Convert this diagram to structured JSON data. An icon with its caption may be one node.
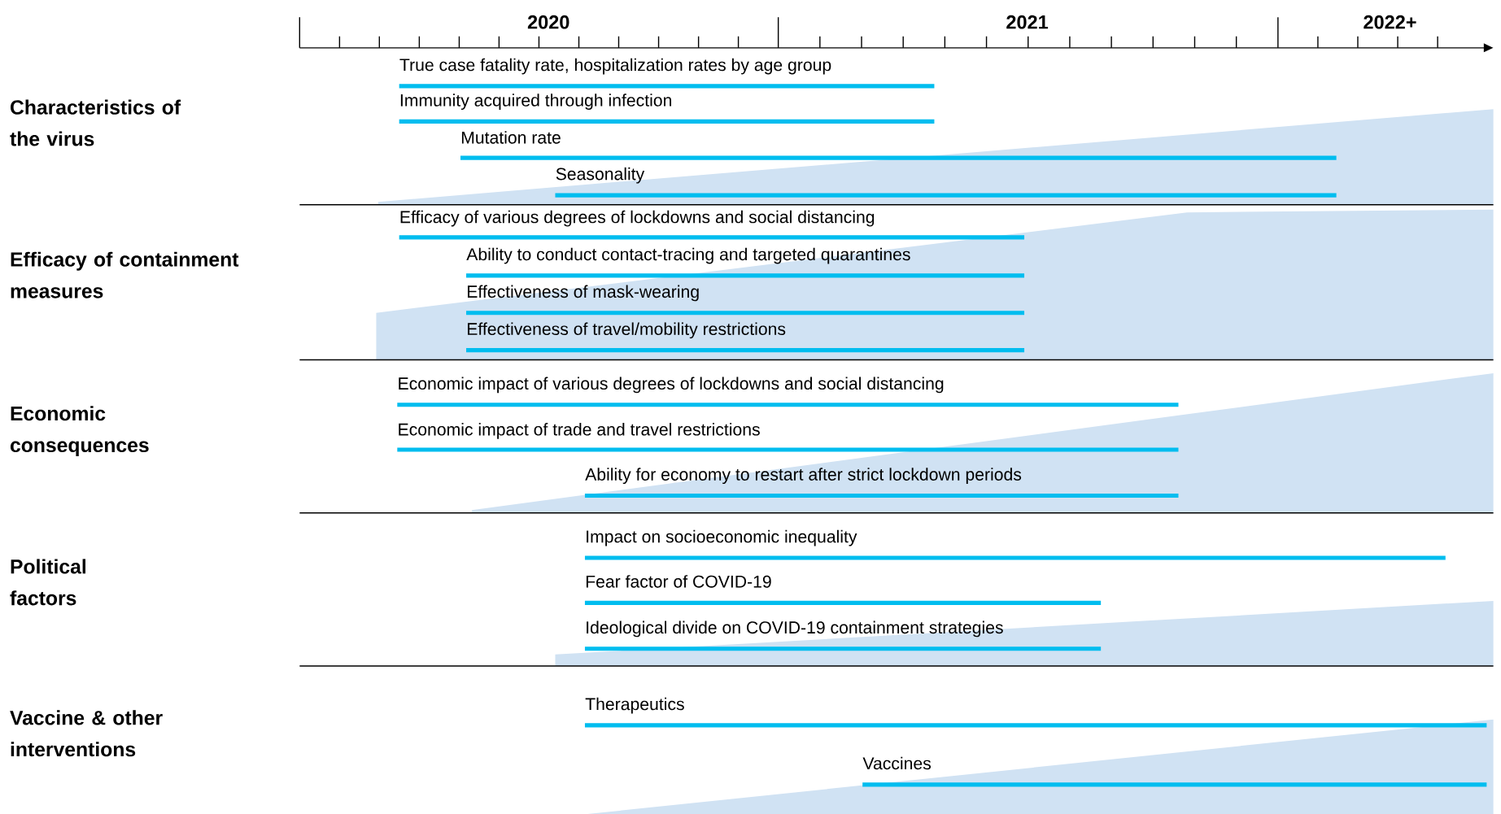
{
  "diagram": {
    "nodes": [
      {
        "text": [
          "True case fatality rate, hospitalization rates by age group"
        ]
      },
      {
        "text": [
          "Immunity acquired through infection"
        ]
      },
      {
        "text": [
          "Mutation rate"
        ]
      },
      {
        "text": [
          "Seasonality"
        ]
      },
      {
        "text": [
          "Efficacy of various degrees of lockdowns and social distancing"
        ]
      },
      {
        "text": [
          "Ability to conduct contact-tracing and targeted quarantines"
        ]
      },
      {
        "text": [
          "Effectiveness of mask-wearing"
        ]
      },
      {
        "text": [
          "Effectiveness of travel/mobility restrictions"
        ]
      },
      {
        "text": [
          "Economic impact of various degrees of lockdowns and social distancing"
        ]
      },
      {
        "text": [
          "Economic impact of trade and travel  restrictions"
        ]
      },
      {
        "text": [
          "Ability for economy to restart after strict lockdown periods"
        ]
      },
      {
        "text": [
          "Impact on socioeconomic inequality"
        ]
      },
      {
        "text": [
          "Fear factor of COVID-19"
        ]
      },
      {
        "text": [
          "Ideological divide on COVID-19 containment strategies"
        ]
      },
      {
        "text": [
          "Therapeutics"
        ]
      },
      {
        "text": [
          "Vaccines"
        ]
      }
    ],
    "labels": [
      "2020",
      "2021",
      "2022+",
      "Characteristics of the virus",
      "Efficacy of containment measures",
      "Economic consequences",
      "Political factors",
      "Vaccine & other interventions"
    ]
  }
}
